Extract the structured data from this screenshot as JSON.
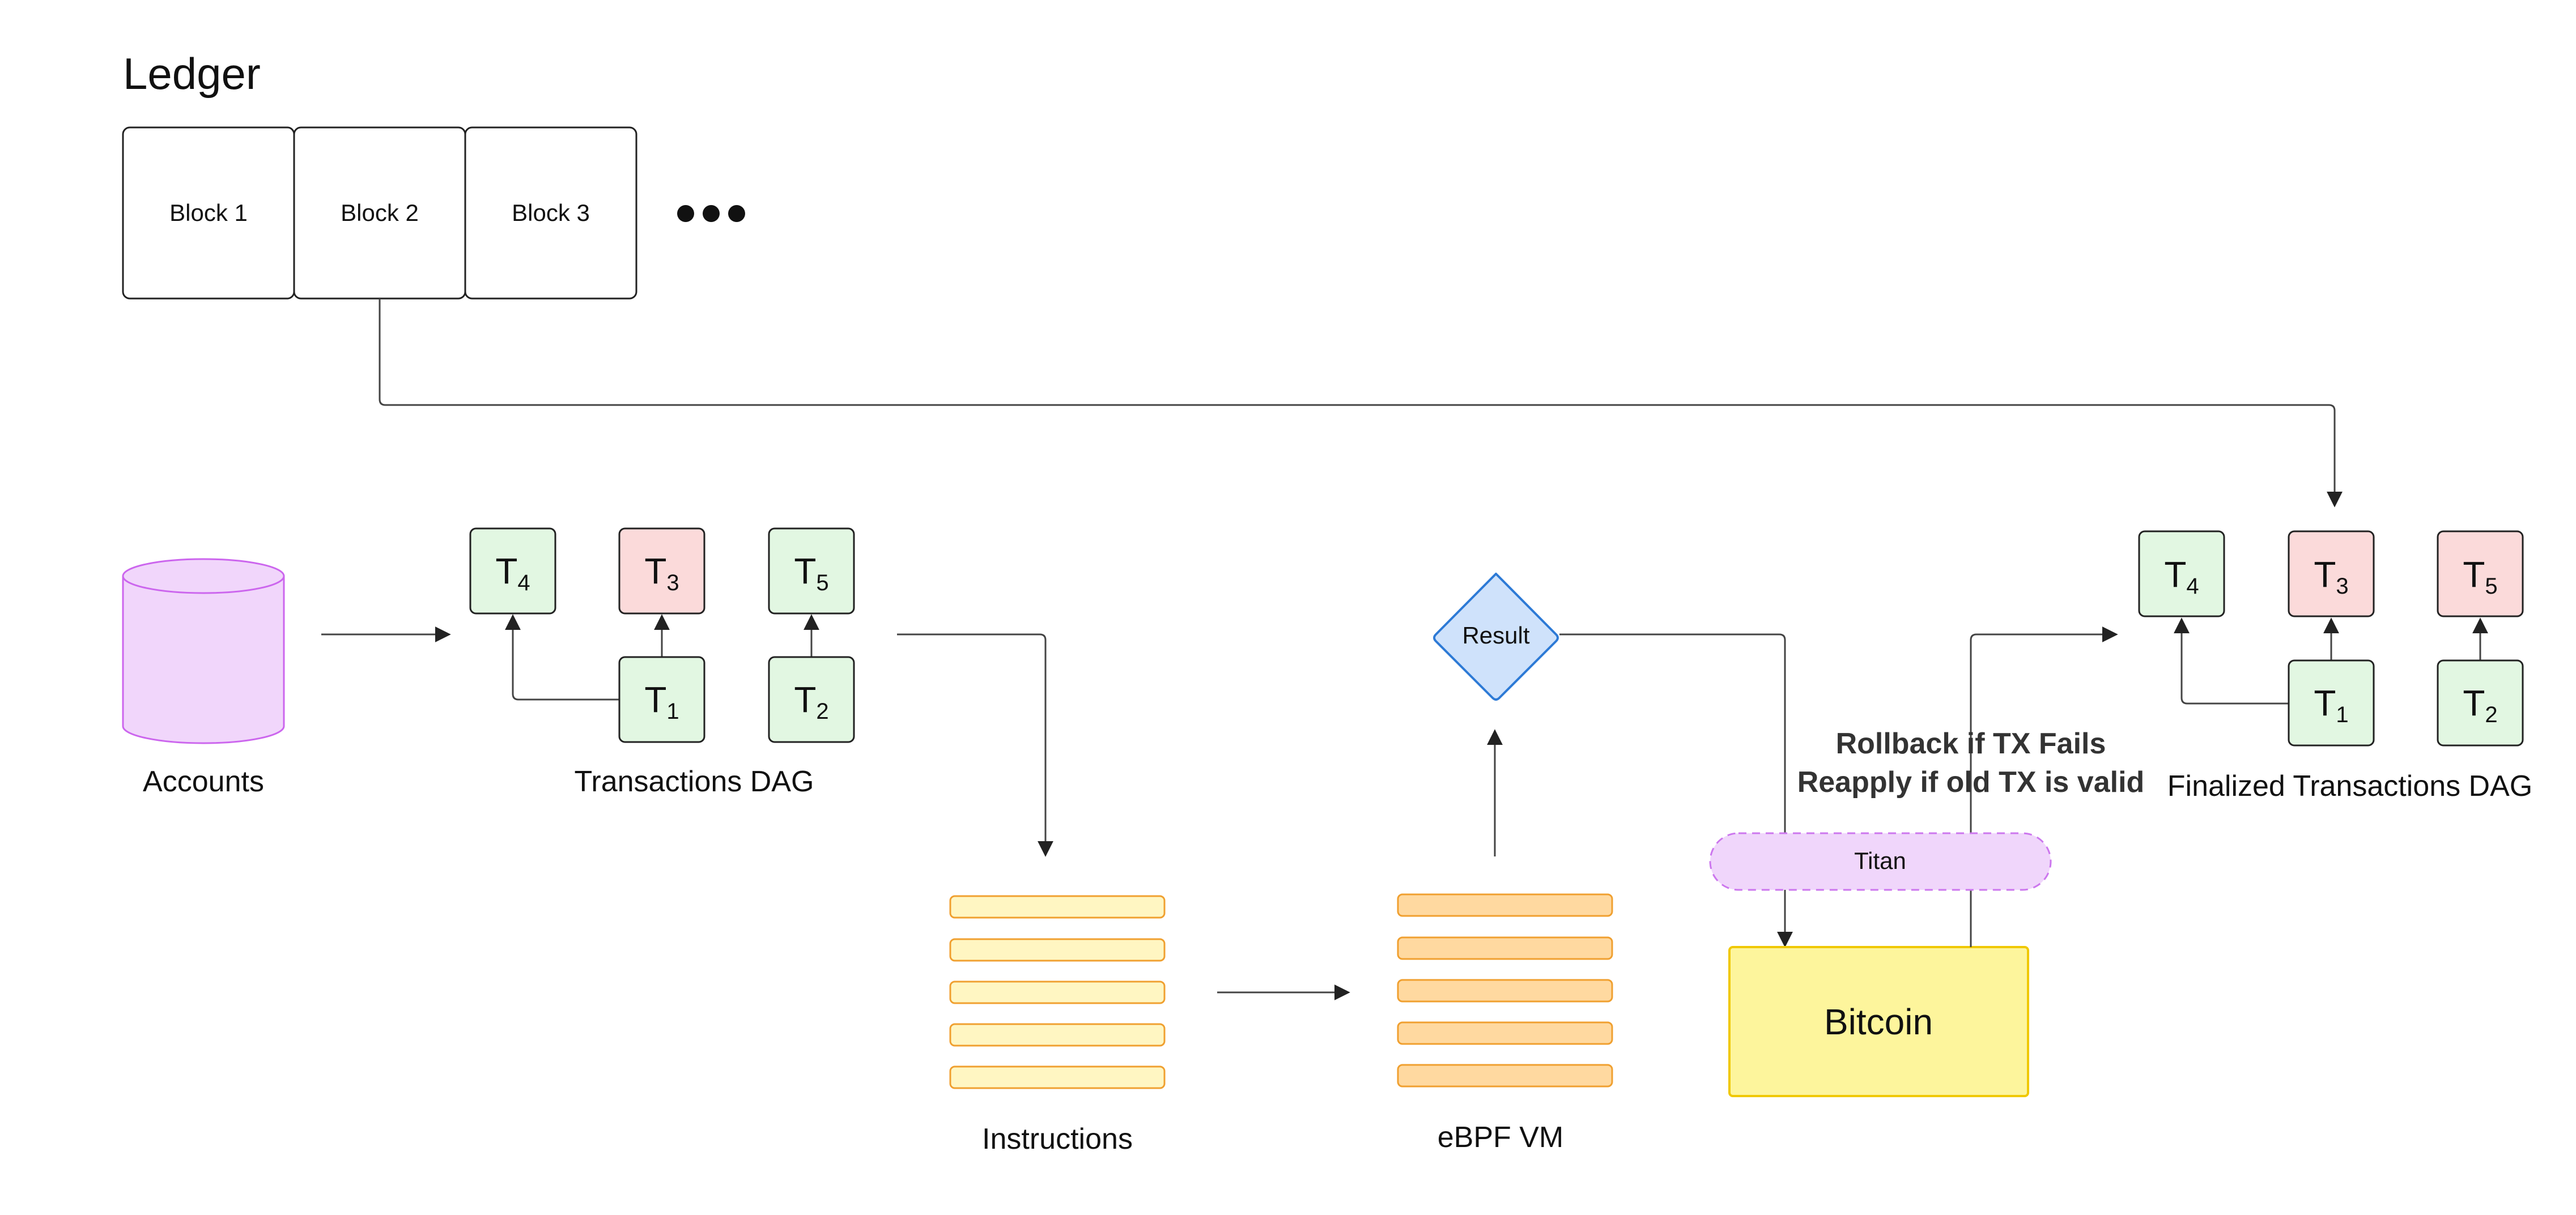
{
  "ledger": {
    "title": "Ledger",
    "blocks": [
      "Block 1",
      "Block 2",
      "Block 3"
    ]
  },
  "accounts": {
    "label": "Accounts"
  },
  "transactions_dag": {
    "label": "Transactions DAG",
    "nodes": [
      {
        "letter": "T",
        "sub": "4",
        "status": "valid"
      },
      {
        "letter": "T",
        "sub": "3",
        "status": "failed"
      },
      {
        "letter": "T",
        "sub": "5",
        "status": "valid"
      },
      {
        "letter": "T",
        "sub": "1",
        "status": "valid"
      },
      {
        "letter": "T",
        "sub": "2",
        "status": "valid"
      }
    ]
  },
  "instructions": {
    "label": "Instructions",
    "row_count": 5
  },
  "ebpf_vm": {
    "label": "eBPF VM",
    "row_count": 5
  },
  "result": {
    "label": "Result"
  },
  "titan": {
    "label": "Titan"
  },
  "bitcoin": {
    "label": "Bitcoin"
  },
  "rollback_note": {
    "line1": "Rollback if TX Fails",
    "line2": "Reapply if old TX is valid"
  },
  "finalized_dag": {
    "label": "Finalized Transactions DAG",
    "nodes": [
      {
        "letter": "T",
        "sub": "4",
        "status": "valid"
      },
      {
        "letter": "T",
        "sub": "3",
        "status": "failed"
      },
      {
        "letter": "T",
        "sub": "5",
        "status": "failed"
      },
      {
        "letter": "T",
        "sub": "1",
        "status": "valid"
      },
      {
        "letter": "T",
        "sub": "2",
        "status": "valid"
      }
    ]
  },
  "colors": {
    "valid_fill": "#e2f7e2",
    "failed_fill": "#fbdada",
    "accounts_fill": "#f1d6fb",
    "accounts_stroke": "#cc66ee",
    "instruction_fill": "#fff6c2",
    "instruction_stroke": "#f0a030",
    "vm_fill": "#ffd9a0",
    "vm_stroke": "#f0a030",
    "result_fill": "#cfe2fb",
    "result_stroke": "#2d7ad6",
    "titan_fill": "#f0d6fb",
    "titan_stroke": "#cc77ee",
    "bitcoin_fill": "#fdf59c",
    "bitcoin_stroke": "#f0c800"
  }
}
